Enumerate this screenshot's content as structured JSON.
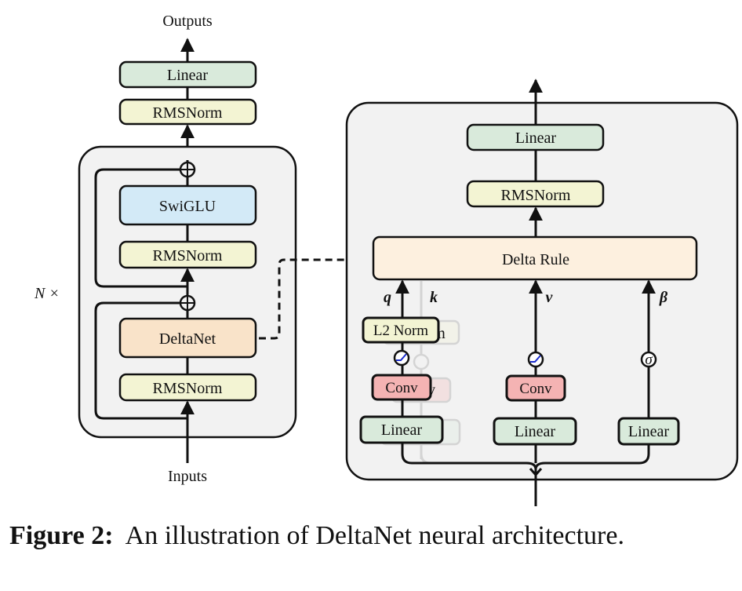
{
  "figure": {
    "outputs_label": "Outputs",
    "inputs_label": "Inputs",
    "repeat_label": "N ×",
    "colors": {
      "linear": "#d9eadb",
      "rmsnorm": "#f3f4d3",
      "swiglu": "#d3eaf7",
      "deltanet": "#f9e3c9",
      "delta_rule": "#fdf0df",
      "conv": "#f4b3b3",
      "panel": "#f2f2f2",
      "activation_curve": "#1a2ccc"
    },
    "left_block": {
      "top_linear": "Linear",
      "top_rmsnorm": "RMSNorm",
      "swiglu": "SwiGLU",
      "mid_rmsnorm": "RMSNorm",
      "deltanet": "DeltaNet",
      "bottom_rmsnorm": "RMSNorm"
    },
    "right_block": {
      "linear_out": "Linear",
      "rmsnorm": "RMSNorm",
      "delta_rule": "Delta Rule",
      "q_label": "q",
      "k_label": "k",
      "v_label": "v",
      "beta_label": "β",
      "l2norm": "L2 Norm",
      "l2norm_ghost": "m",
      "conv_q": "Conv",
      "conv_ghost": "v",
      "conv_v": "Conv",
      "linear_q": "Linear",
      "linear_v": "Linear",
      "linear_beta": "Linear",
      "sigma": "σ"
    }
  },
  "caption": {
    "label": "Figure 2:",
    "text": "An illustration of DeltaNet neural architec­ture."
  }
}
